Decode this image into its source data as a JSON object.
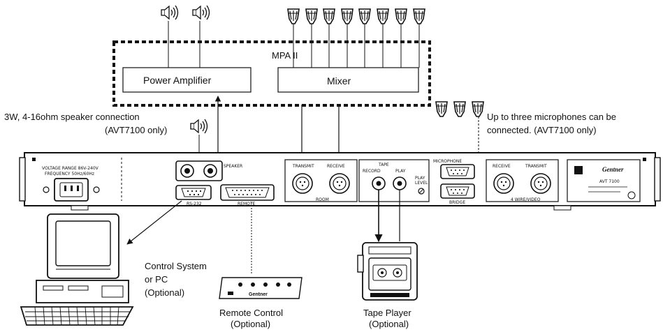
{
  "mpa": {
    "title": "MPA II",
    "power_amplifier": "Power Amplifier",
    "mixer": "Mixer"
  },
  "callouts": {
    "speaker_line1": "3W, 4-16ohm speaker connection",
    "speaker_line2": "(AVT7100 only)",
    "mics_line1": "Up to three microphones can be",
    "mics_line2": "connected.  (AVT7100 only)"
  },
  "panel": {
    "voltage": "VOLTAGE RANGE 86V-240V",
    "frequency": "FREQUENCY 50Hz/60Hz",
    "speaker": "SPEAKER",
    "rs232": "RS-232",
    "remote": "REMOTE",
    "transmit": "TRANSMIT",
    "receive": "RECEIVE",
    "room": "ROOM",
    "tape": "TAPE",
    "record": "RECORD",
    "play": "PLAY",
    "play_level_1": "PLAY",
    "play_level_2": "LEVEL",
    "microphone": "MICROPHONE",
    "bridge": "BRIDGE",
    "receive2": "RECEIVE",
    "transmit2": "TRANSMIT",
    "wire_video": "4 WIRE/VIDEO",
    "brand": "Gentner",
    "model": "AVT 7100"
  },
  "devices": {
    "pc_line1": "Control System",
    "pc_line2": "or PC",
    "pc_line3": "(Optional)",
    "remote_line1": "Remote  Control",
    "remote_line2": "(Optional)",
    "tape_line1": "Tape  Player",
    "tape_line2": "(Optional)",
    "remote_brand": "Gentner"
  },
  "colors": {
    "ink": "#111111",
    "background": "#ffffff"
  }
}
